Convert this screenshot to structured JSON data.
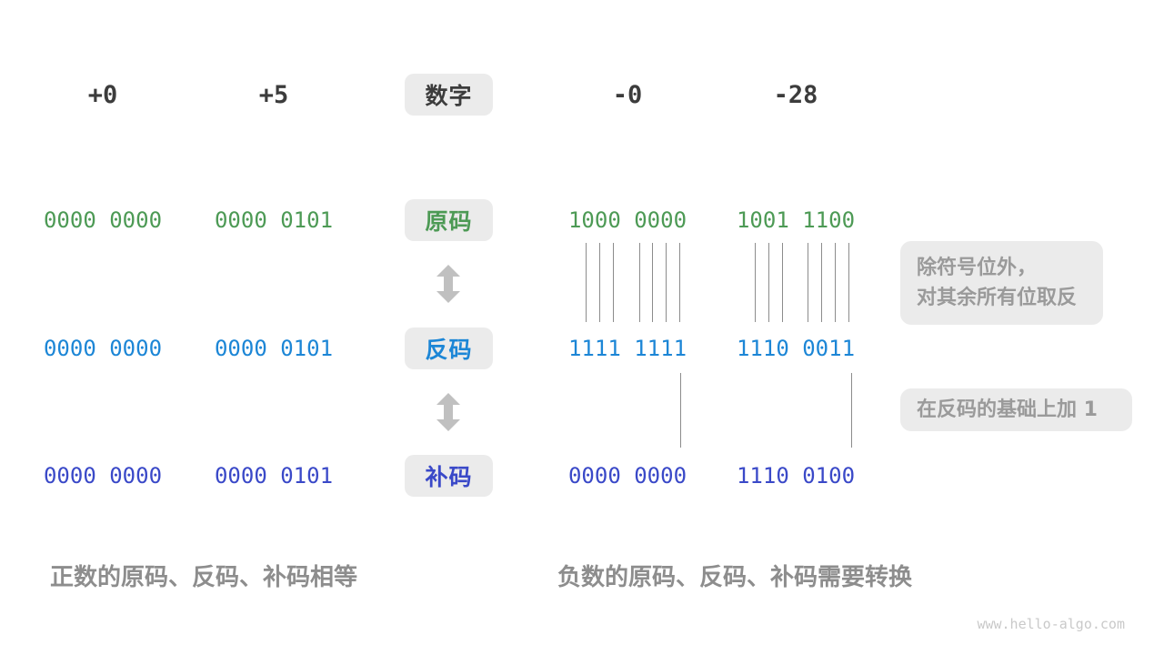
{
  "header": {
    "numbers": [
      "+0",
      "+5",
      "-0",
      "-28"
    ],
    "label": "数字"
  },
  "rows": {
    "sign": {
      "label": "原码",
      "color": "#4d9a55",
      "values": [
        "0000 0000",
        "0000 0101",
        "1000 0000",
        "1001 1100"
      ]
    },
    "ones": {
      "label": "反码",
      "color": "#1c86d6",
      "values": [
        "0000 0000",
        "0000 0101",
        "1111 1111",
        "1110 0011"
      ]
    },
    "twos": {
      "label": "补码",
      "color": "#3a49c8",
      "values": [
        "0000 0000",
        "0000 0101",
        "0000 0000",
        "1110 0100"
      ]
    }
  },
  "annotations": {
    "invert": {
      "line1": "除符号位外，",
      "line2": "对其余所有位取反"
    },
    "add_one": "在反码的基础上加 1"
  },
  "captions": {
    "positive": "正数的原码、反码、补码相等",
    "negative": "负数的原码、反码、补码需要转换"
  },
  "watermark": "www.hello-algo.com",
  "colors": {
    "background": "#ffffff",
    "label_box_bg": "#ebebeb",
    "number_text": "#3c3c3c",
    "sign_green": "#4d9a55",
    "ones_blue": "#1c86d6",
    "twos_indigo": "#3a49c8",
    "note_text": "#9a9a9a",
    "caption_text": "#8d8d8d",
    "arrow_gray": "#c0c0c0",
    "tick_line": "#8c8c8c",
    "watermark_text": "#c9c9c9"
  }
}
